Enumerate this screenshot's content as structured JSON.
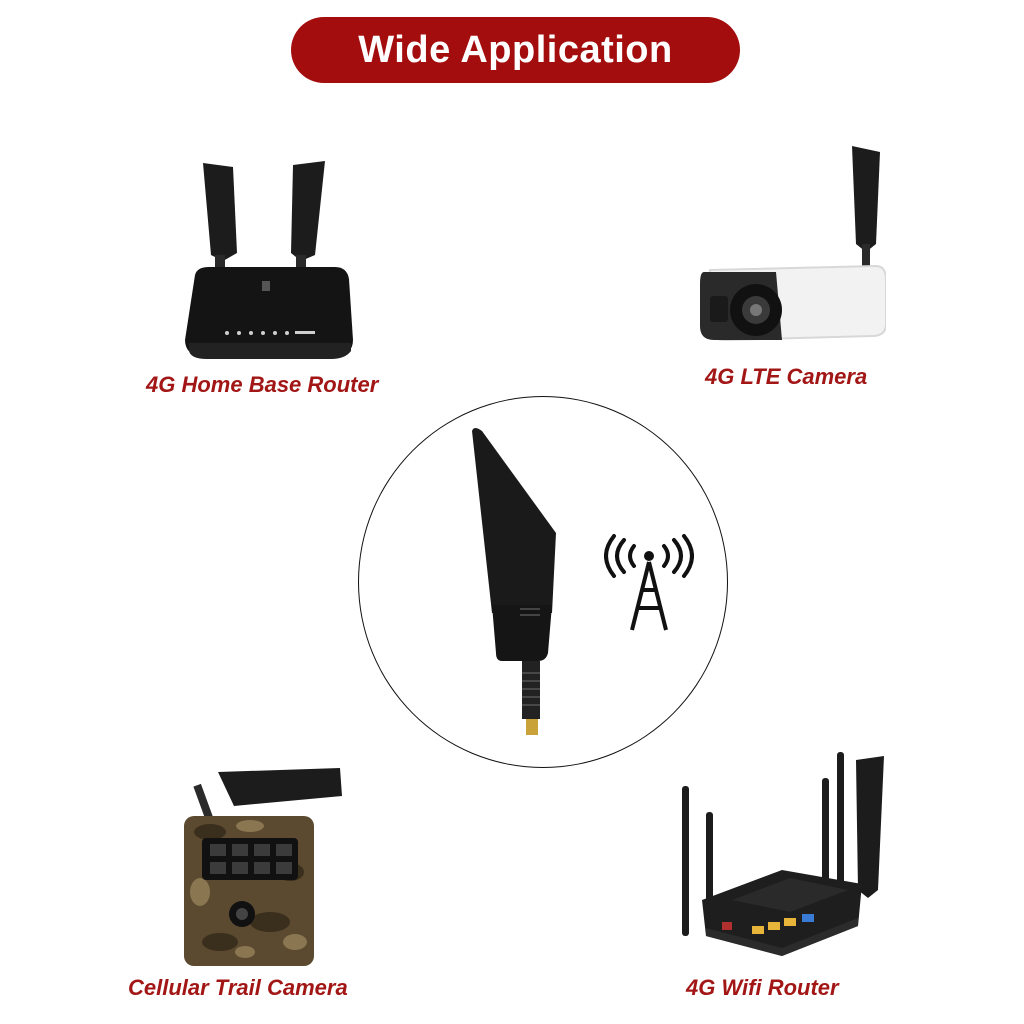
{
  "header": {
    "title": "Wide Application"
  },
  "applications": [
    {
      "label": "4G Home Base Router",
      "icon": "home-router-icon"
    },
    {
      "label": "4G LTE Camera",
      "icon": "lte-camera-icon"
    },
    {
      "label": "Cellular Trail Camera",
      "icon": "trail-camera-icon"
    },
    {
      "label": "4G Wifi Router",
      "icon": "wifi-router-icon"
    }
  ],
  "center": {
    "product": "antenna-icon",
    "signal": "signal-tower-icon"
  },
  "colors": {
    "banner": "#a40d0d",
    "label": "#a21616"
  }
}
